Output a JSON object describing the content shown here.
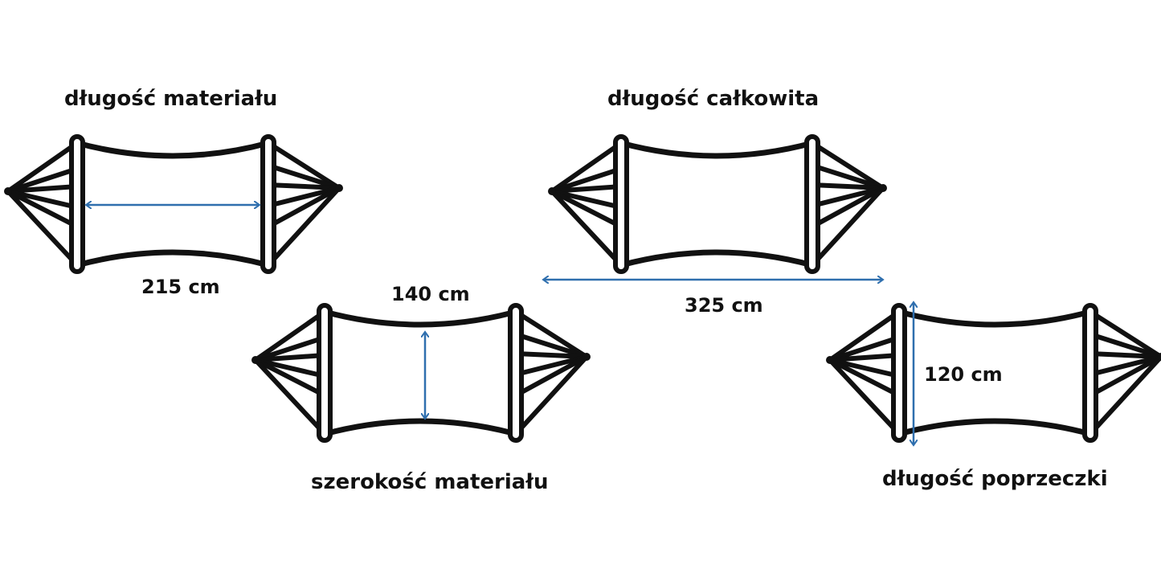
{
  "colors": {
    "outline": "#111111",
    "fill": "#ffffff",
    "arrow": "#2f6fae"
  },
  "hammocks": [
    {
      "id": "fabric-length",
      "title": "długość materiału",
      "measurement": "215 cm",
      "arrow": "horizontal-inner"
    },
    {
      "id": "fabric-width",
      "title": "szerokość materiału",
      "measurement": "140 cm",
      "arrow": "vertical-inner"
    },
    {
      "id": "total-length",
      "title": "długość całkowita",
      "measurement": "325 cm",
      "arrow": "horizontal-total"
    },
    {
      "id": "spreader-length",
      "title": "długość poprzeczki",
      "measurement": "120 cm",
      "arrow": "vertical-spreader"
    }
  ]
}
